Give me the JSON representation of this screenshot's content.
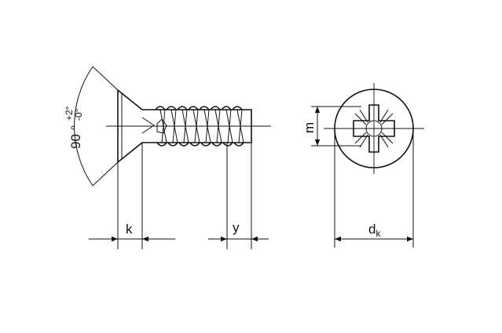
{
  "labels": {
    "angle_value": "90 °",
    "tol_plus": "+2°",
    "tol_minus": "-0°",
    "head_height": "k",
    "tip_length": "y",
    "recess_depth": "m",
    "head_diameter_base": "d",
    "head_diameter_sub": "k"
  }
}
